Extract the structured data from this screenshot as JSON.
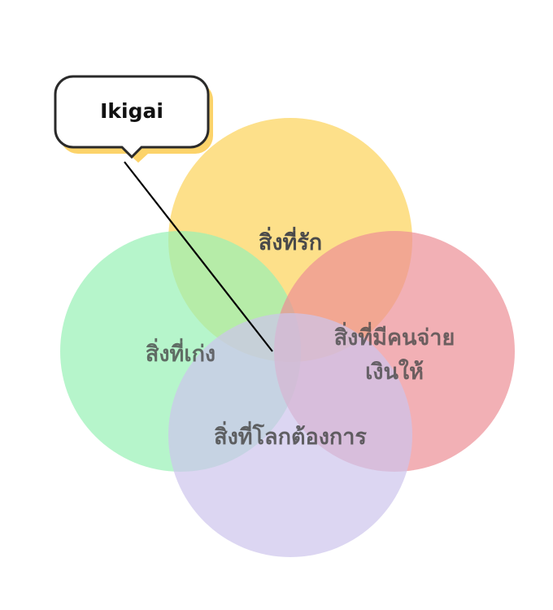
{
  "callout": {
    "title": "Ikigai"
  },
  "circles": [
    {
      "label": "สิ่งที่รัก",
      "color": "#fcd358"
    },
    {
      "label": "สิ่งที่เก่ง",
      "color": "#97f1b5"
    },
    {
      "label_line1": "สิ่งที่มีคนจ่าย",
      "label_line2": "เงินให้",
      "color": "#ec8e95"
    },
    {
      "label": "สิ่งที่โลกต้องการ",
      "color": "#cdc4ec"
    }
  ],
  "accent": {
    "callout_shadow": "#fcd36a",
    "callout_border": "#2a2a2a"
  }
}
